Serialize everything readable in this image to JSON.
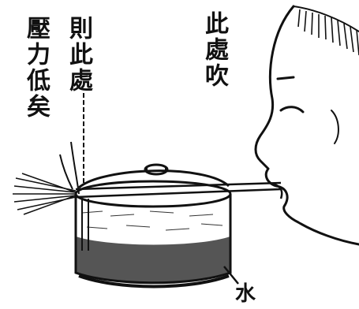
{
  "labels": {
    "blow_here": "此處吹",
    "then_here": "則此處",
    "pressure_low": "壓力低矣",
    "water": "水"
  },
  "colors": {
    "ink": "#111111",
    "paper": "#ffffff"
  }
}
